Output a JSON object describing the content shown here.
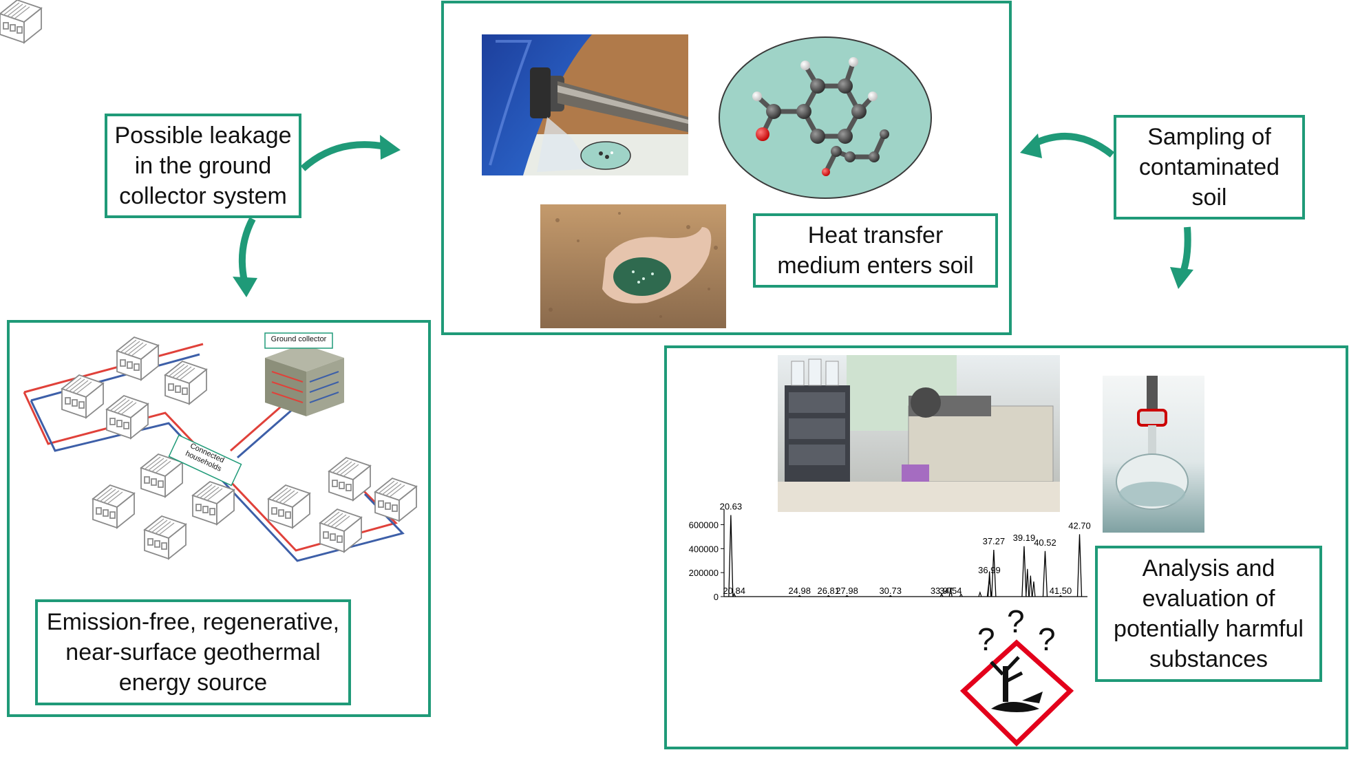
{
  "labels": {
    "leakage": "Possible leakage\nin the ground\ncollector system",
    "heat_transfer": "Heat transfer\nmedium enters soil",
    "sampling": "Sampling of\ncontaminated\nsoil",
    "analysis": "Analysis and\nevaluation of\npotentially harmful\nsubstances",
    "geothermal": "Emission-free, regenerative,\nnear-surface geothermal\nenergy source"
  },
  "network": {
    "ground_collector": "Ground collector",
    "connected_households": "Connected\nhouseholds"
  },
  "hazard": {
    "question_marks": [
      "?",
      "?",
      "?"
    ]
  },
  "colors": {
    "accent": "#1f9a78",
    "pipe_hot": "#e0413a",
    "pipe_cold": "#3d5fa8",
    "hazard_red": "#e3001b"
  },
  "chart_data": {
    "type": "line",
    "title": "",
    "xlabel": "",
    "ylabel": "",
    "ytick_labels": [
      "0",
      "200000",
      "400000",
      "600000"
    ],
    "peaks": [
      {
        "rt": 20.63,
        "intensity": 680000,
        "label": "20.63"
      },
      {
        "rt": 20.84,
        "intensity": 20000,
        "label": "20.84"
      },
      {
        "rt": 24.98,
        "intensity": 8000,
        "label": "24.98"
      },
      {
        "rt": 26.81,
        "intensity": 8000,
        "label": "26.81"
      },
      {
        "rt": 27.98,
        "intensity": 8000,
        "label": "27.98"
      },
      {
        "rt": 30.73,
        "intensity": 8000,
        "label": "30.73"
      },
      {
        "rt": 33.97,
        "intensity": 20000,
        "label": "33.97"
      },
      {
        "rt": 34.54,
        "intensity": 70000,
        "label": "34.54"
      },
      {
        "rt": 36.99,
        "intensity": 150000,
        "label": "36.99"
      },
      {
        "rt": 37.27,
        "intensity": 390000,
        "label": "37.27"
      },
      {
        "rt": 39.19,
        "intensity": 420000,
        "label": "39.19"
      },
      {
        "rt": 40.52,
        "intensity": 380000,
        "label": "40.52"
      },
      {
        "rt": 41.5,
        "intensity": 8000,
        "label": "41.50"
      },
      {
        "rt": 42.7,
        "intensity": 520000,
        "label": "42.70"
      }
    ]
  }
}
